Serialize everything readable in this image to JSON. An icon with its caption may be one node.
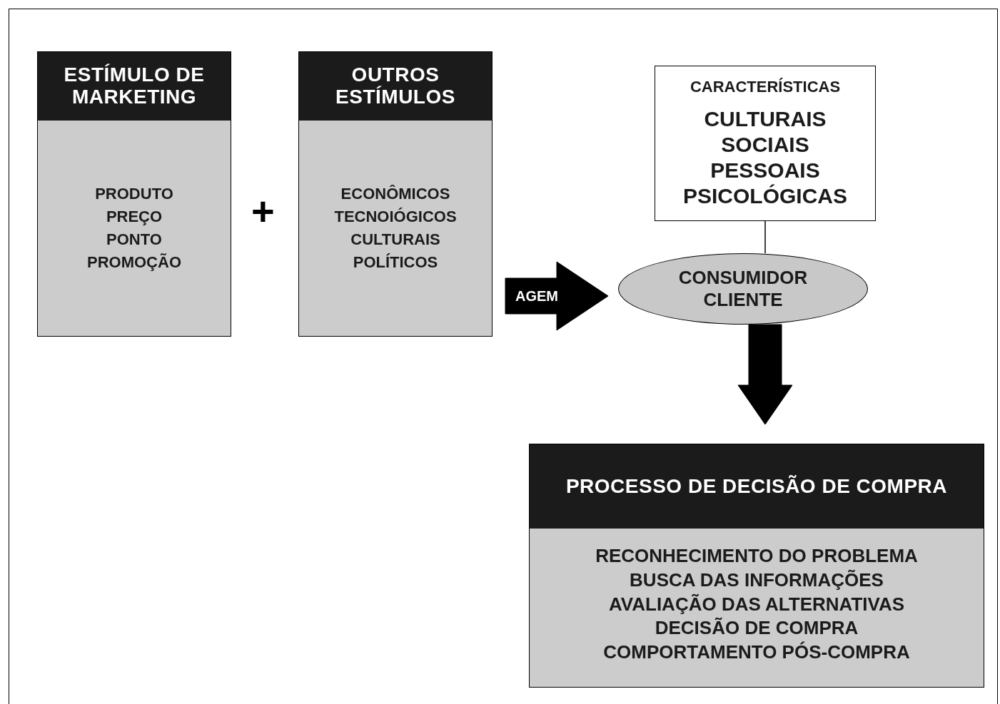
{
  "diagram": {
    "nodes": [
      {
        "text": [
          "ESTÍMULO DE MARKETING",
          "PRODUTO",
          "PREÇO",
          "PONTO",
          "PROMOÇÃO"
        ]
      },
      {
        "text": [
          "OUTROS ESTÍMULOS",
          "ECONÔMICOS",
          "TECNOIÓGICOS",
          "CULTURAIS",
          "POLÍTICOS"
        ]
      },
      {
        "text": [
          "CARACTERÍSTICAS",
          "CULTURAIS",
          "SOCIAIS",
          "PESSOAIS",
          "PSICOLÓGICAS"
        ]
      },
      {
        "text": [
          "CONSUMIDOR CLIENTE"
        ]
      },
      {
        "text": [
          "PROCESSO DE DECISÃO DE COMPRA",
          "RECONHECIMENTO DO PROBLEMA",
          "BUSCA DAS INFORMAÇÕES",
          "AVALIAÇÃO DAS ALTERNATIVAS",
          "DECISÃO DE COMPRA",
          "COMPORTAMENTO PÓS-COMPRA"
        ]
      }
    ],
    "edges": [
      {
        "from": 1,
        "to": 3,
        "arrow": "to",
        "label": "AGEM"
      },
      {
        "from": 2,
        "to": 3,
        "arrow": "none"
      },
      {
        "from": 3,
        "to": 4,
        "arrow": "to"
      }
    ],
    "labels": [
      "+"
    ]
  }
}
